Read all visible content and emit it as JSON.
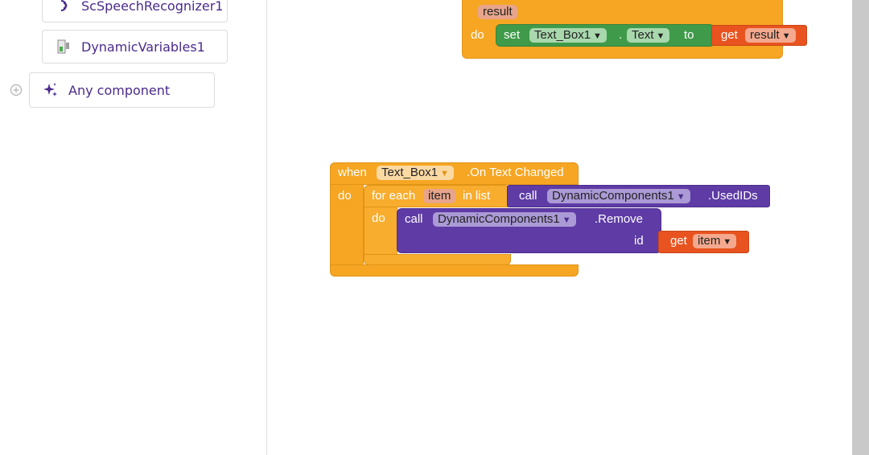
{
  "sidebar": {
    "components": [
      {
        "label": "ScSpeechRecognizer1",
        "icon": "speech-recognizer-icon"
      },
      {
        "label": "DynamicVariables1",
        "icon": "dynamic-variables-icon"
      }
    ],
    "any_component": {
      "label": "Any component",
      "icon": "sparkle-icon"
    }
  },
  "blocks": {
    "top": {
      "result_label": "result",
      "do": "do",
      "set": "set",
      "component": "Text_Box1",
      "dot": ".",
      "property": "Text",
      "to": "to",
      "get": "get",
      "var": "result"
    },
    "event": {
      "when": "when",
      "component": "Text_Box1",
      "event_name": ".On Text Changed",
      "do": "do",
      "for_each": "for each",
      "item": "item",
      "in_list": "in list",
      "call1": "call",
      "component1": "DynamicComponents1",
      "method1": ".UsedIDs",
      "do2": "do",
      "call2": "call",
      "component2": "DynamicComponents1",
      "method2": ".Remove",
      "id_label": "id",
      "get": "get",
      "get_var": "item"
    }
  },
  "colors": {
    "orange": "#f6a623",
    "purple": "#5e3ba5",
    "green": "#3f9a4a",
    "red": "#e8531f",
    "sidebar_text": "#4a2a8a"
  }
}
